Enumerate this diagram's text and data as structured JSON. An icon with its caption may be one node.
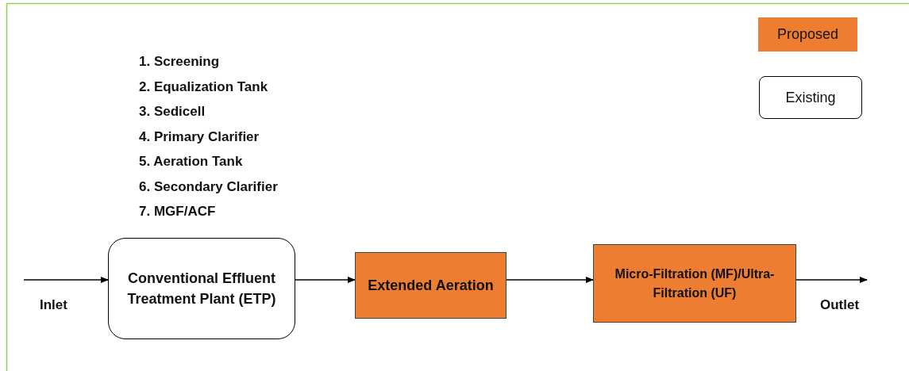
{
  "diagram": {
    "nodes": [
      {
        "text": [
          "Conventional Effluent Treatment Plant (ETP)"
        ]
      },
      {
        "text": [
          "Extended Aeration"
        ]
      },
      {
        "text": [
          "Micro-Filtration (MF)/Ultra-Filtration (UF)"
        ]
      }
    ],
    "edges": [
      {
        "from": null,
        "to": 0,
        "arrow": "to"
      },
      {
        "from": 0,
        "to": 1,
        "arrow": "to"
      },
      {
        "from": 1,
        "to": 2,
        "arrow": "to"
      },
      {
        "from": 2,
        "to": null,
        "arrow": "to"
      }
    ],
    "labels": [
      "1. Screening",
      "2. Equalization Tank",
      "3. Sedicell",
      "4. Primary Clarifier",
      "5. Aeration Tank",
      "6. Secondary Clarifier",
      "7. MGF/ACF",
      "Inlet",
      "Outlet"
    ],
    "legend": [
      {
        "text": "Proposed",
        "color": "#ed7d31"
      },
      {
        "text": "Existing"
      }
    ]
  }
}
